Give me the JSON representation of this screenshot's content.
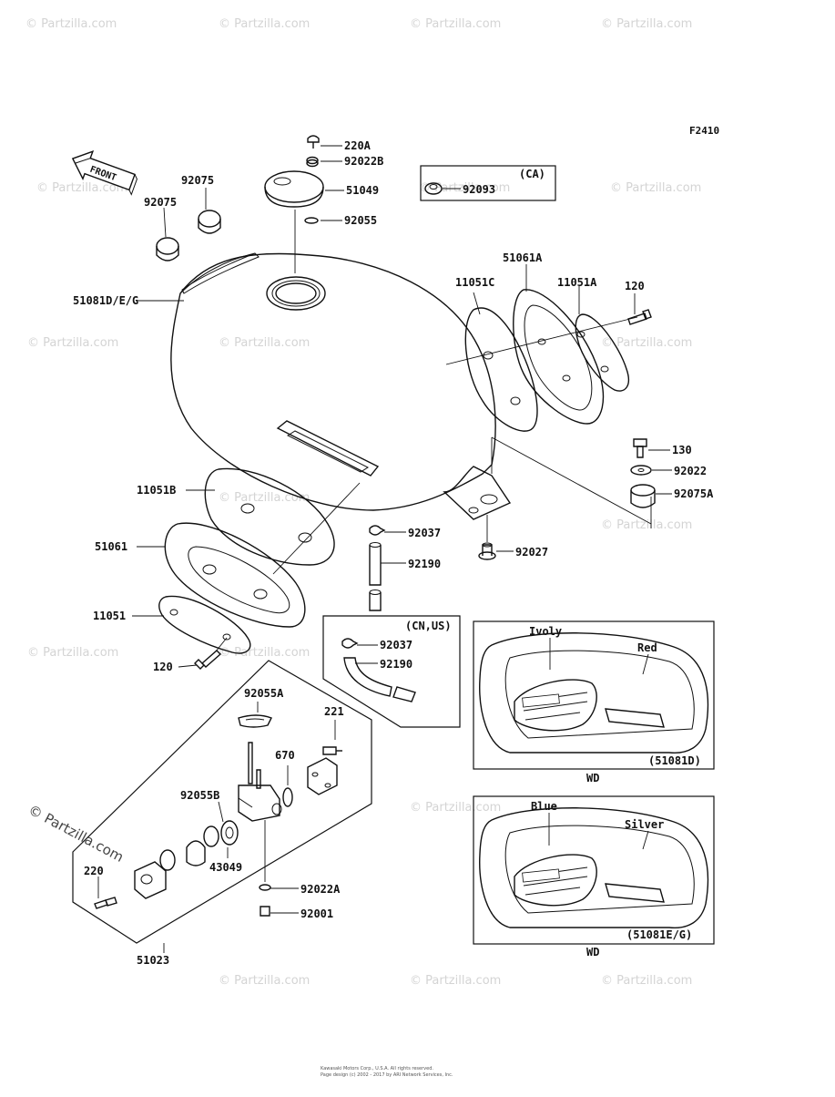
{
  "figure_code": "F2410",
  "front_arrow": "FRONT",
  "labels": {
    "p220A": "220A",
    "p92022B": "92022B",
    "p51049": "51049",
    "p92055": "92055",
    "p92075_top": "92075",
    "p92075_left": "92075",
    "p51081DEG": "51081D/E/G",
    "ca_tag": "(CA)",
    "p92093": "92093",
    "p51061A": "51061A",
    "p11051C": "11051C",
    "p11051A": "11051A",
    "p120_right": "120",
    "p130": "130",
    "p92022": "92022",
    "p92075A": "92075A",
    "p92027": "92027",
    "p11051B": "11051B",
    "p51061": "51061",
    "p11051": "11051",
    "p120_left": "120",
    "p92037": "92037",
    "p92190": "92190",
    "cnus_tag": "(CN,US)",
    "p92037_b": "92037",
    "p92190_b": "92190",
    "p92055A": "92055A",
    "p221": "221",
    "p670": "670",
    "p92055B": "92055B",
    "p43049": "43049",
    "p220": "220",
    "p92022A": "92022A",
    "p92001": "92001",
    "p51023": "51023"
  },
  "variant_d": {
    "color1": "Ivoly",
    "color2": "Red",
    "code": "(51081D)",
    "caption": "WD"
  },
  "variant_eg": {
    "color1": "Blue",
    "color2": "Silver",
    "code": "(51081E/G)",
    "caption": "WD"
  },
  "watermark": "© Partzilla.com",
  "footer_line1": "Kawasaki Motors Corp., U.S.A. All rights reserved.",
  "footer_line2": "Page design (c) 2002 - 2017 by ARI Network Services, Inc."
}
